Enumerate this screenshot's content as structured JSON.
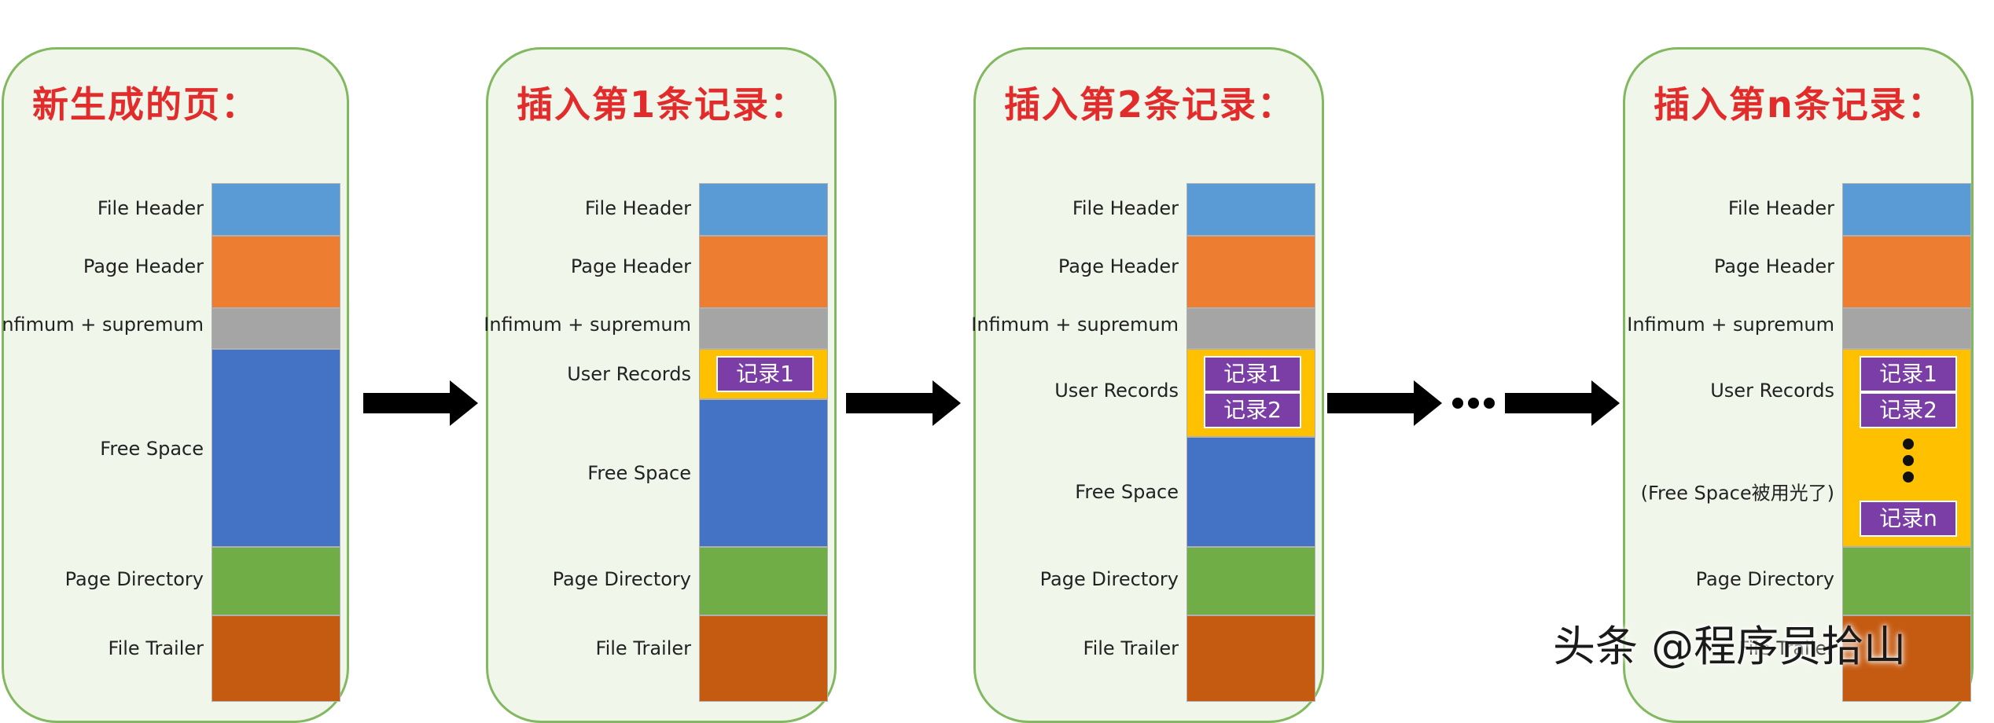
{
  "colors": {
    "panel_bg": "#f1f6ea",
    "panel_border": "#82b960",
    "title": "#e22b2b",
    "file_header": "#5b9bd5",
    "page_header": "#ed7d31",
    "infimum_supremum": "#a5a5a5",
    "free_space": "#4472c4",
    "user_records": "#ffc000",
    "record": "#7030a0",
    "page_directory": "#70ad47",
    "file_trailer": "#c55a11"
  },
  "labels": {
    "file_header": "File Header",
    "page_header": "Page Header",
    "infimum_supremum": "Infimum + supremum",
    "user_records": "User Records",
    "free_space": "Free Space",
    "free_space_used_up": "(Free Space被用光了)",
    "page_directory": "Page Directory",
    "file_trailer": "File Trailer"
  },
  "panels": [
    {
      "title": "新生成的页：",
      "records": []
    },
    {
      "title": "插入第1条记录：",
      "records": [
        "记录1"
      ]
    },
    {
      "title": "插入第2条记录：",
      "records": [
        "记录1",
        "记录2"
      ]
    },
    {
      "title": "插入第n条记录：",
      "records": [
        "记录1",
        "记录2",
        "记录n"
      ]
    }
  ],
  "watermark": "头条 @程序员拾山"
}
